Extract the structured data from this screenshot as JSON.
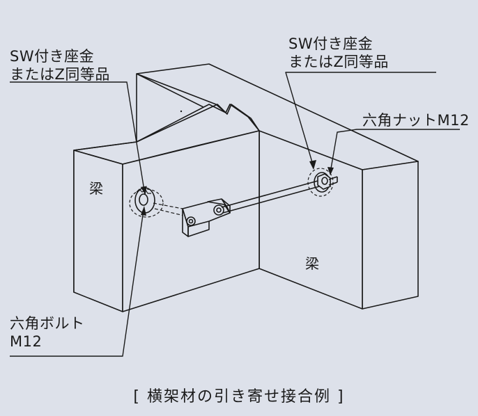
{
  "labels": {
    "sw_washer_left": [
      "SW付き座金",
      "またはZ同等品"
    ],
    "sw_washer_right": [
      "SW付き座金",
      "またはZ同等品"
    ],
    "hex_nut": "六角ナットM12",
    "beam_left": "梁",
    "beam_right": "梁",
    "hex_bolt": [
      "六角ボルト",
      "M12"
    ]
  },
  "caption": "[ 横架材の引き寄せ接合例 ]",
  "colors": {
    "line": "#1a1a1a",
    "background": "#dde1ea",
    "face": "#dde1ea"
  }
}
